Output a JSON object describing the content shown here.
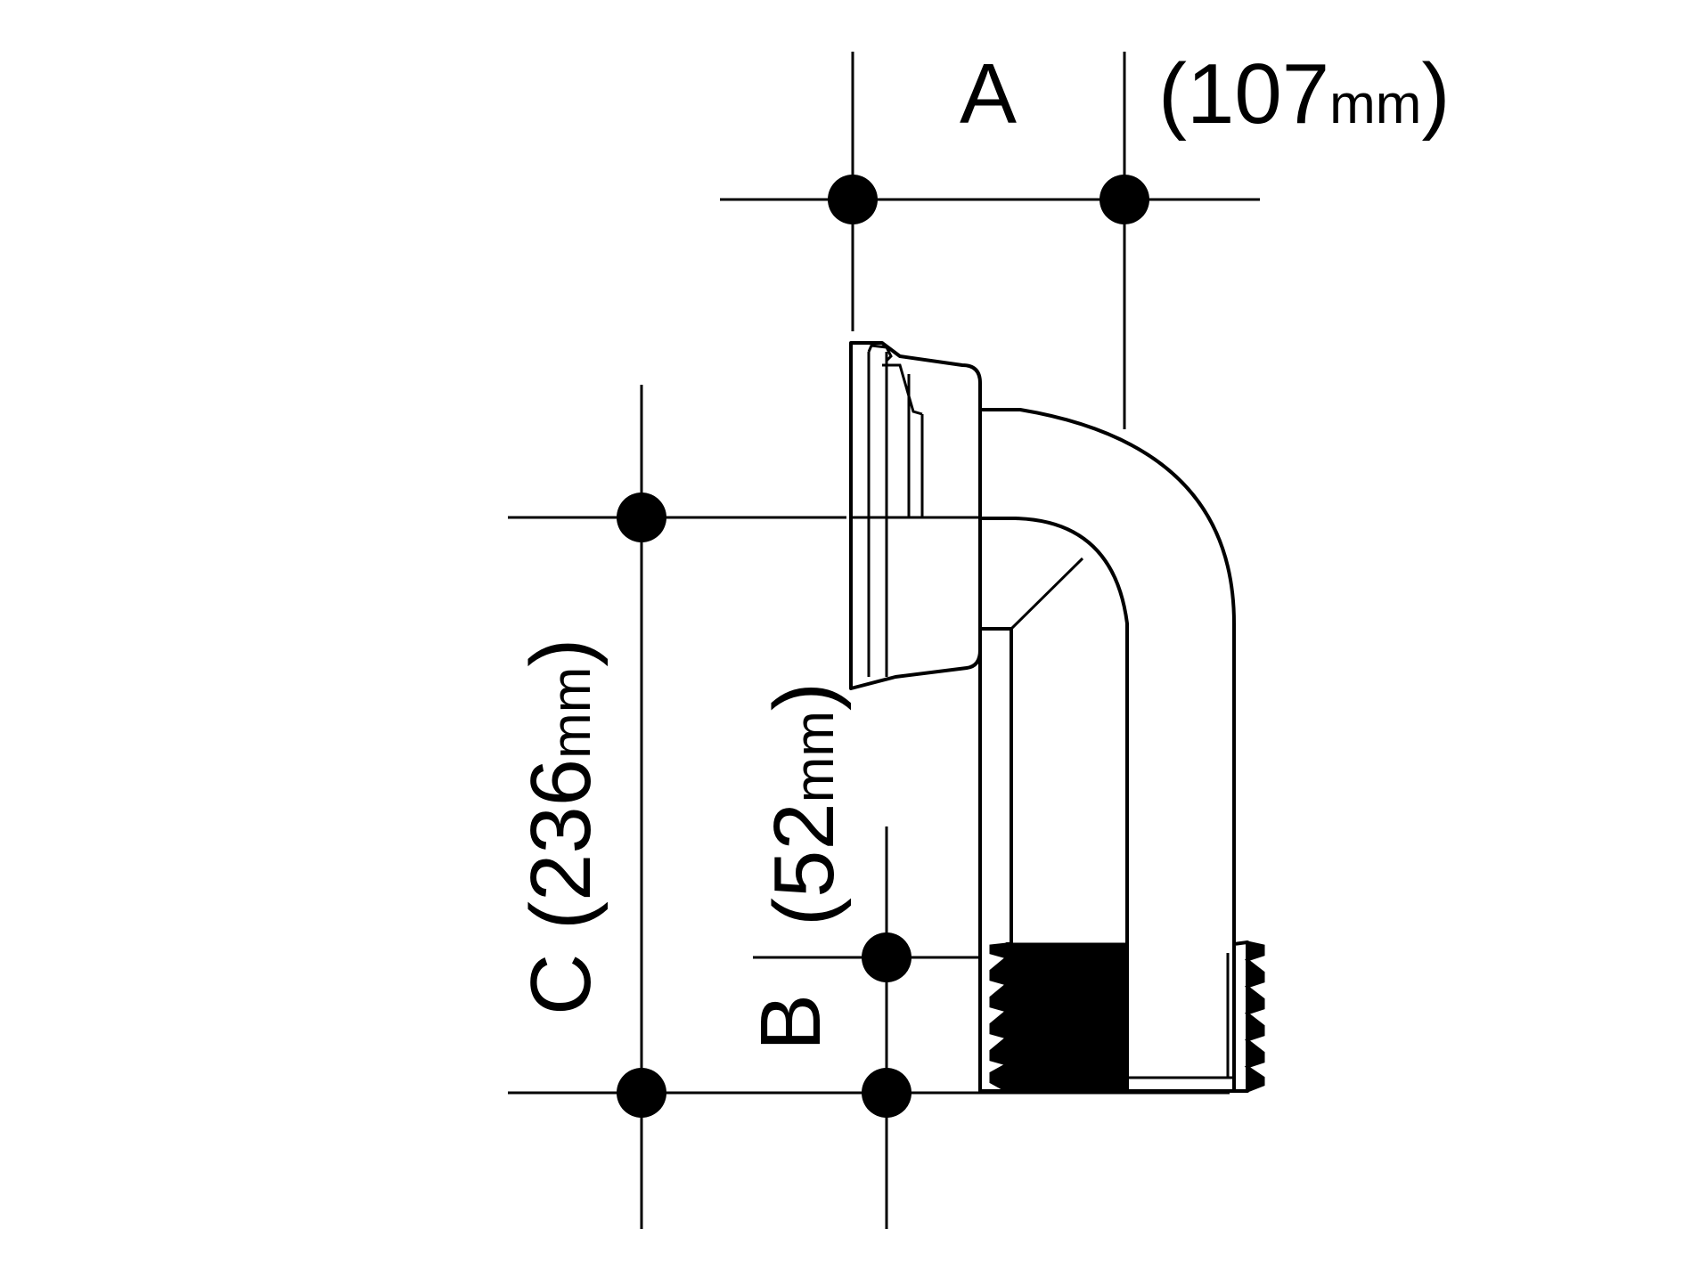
{
  "dimensions": {
    "a": {
      "letter": "A",
      "value": "(107",
      "unit": "mm",
      "close": ")"
    },
    "b": {
      "letter": "B",
      "value": "(52",
      "unit": "mm",
      "close": ")"
    },
    "c": {
      "letter": "C",
      "value": "(236",
      "unit": "mm",
      "close": ")"
    }
  }
}
